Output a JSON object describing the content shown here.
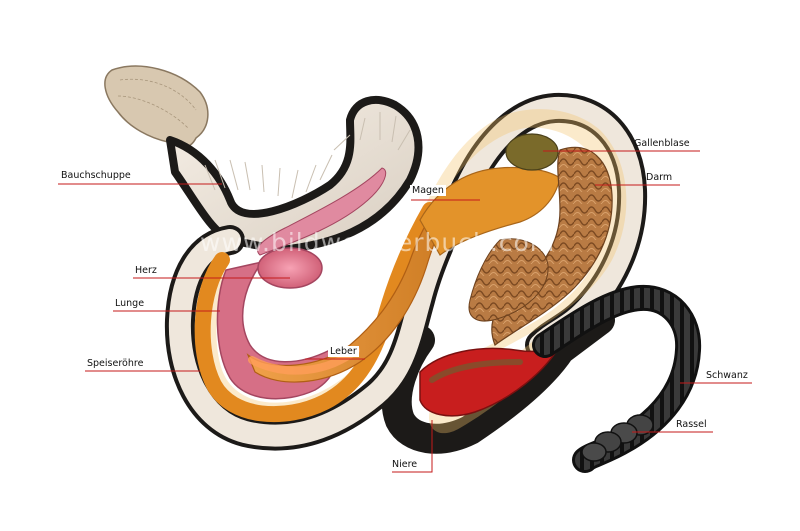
{
  "labels": {
    "bauchschuppe": "Bauchschuppe",
    "magen": "Magen",
    "gallenblase": "Gallenblase",
    "darm": "Darm",
    "herz": "Herz",
    "lunge": "Lunge",
    "leber": "Leber",
    "speiseroehre": "Speiseröhre",
    "schwanz": "Schwanz",
    "rassel": "Rassel",
    "niere": "Niere"
  },
  "watermark": "www.bildwoerterbuch.com",
  "colors": {
    "leader_line": "#c41a1a",
    "outline": "#1c1a18",
    "ventral_scale": "#efe7dc",
    "heart_lung": "#d9607a",
    "liver_esophagus": "#f08a3a",
    "stomach": "#e89a2a",
    "intestine": "#b8743c",
    "gallbladder": "#7a6a2a",
    "kidney": "#c81e1e",
    "tail": "#2a2a2a"
  }
}
